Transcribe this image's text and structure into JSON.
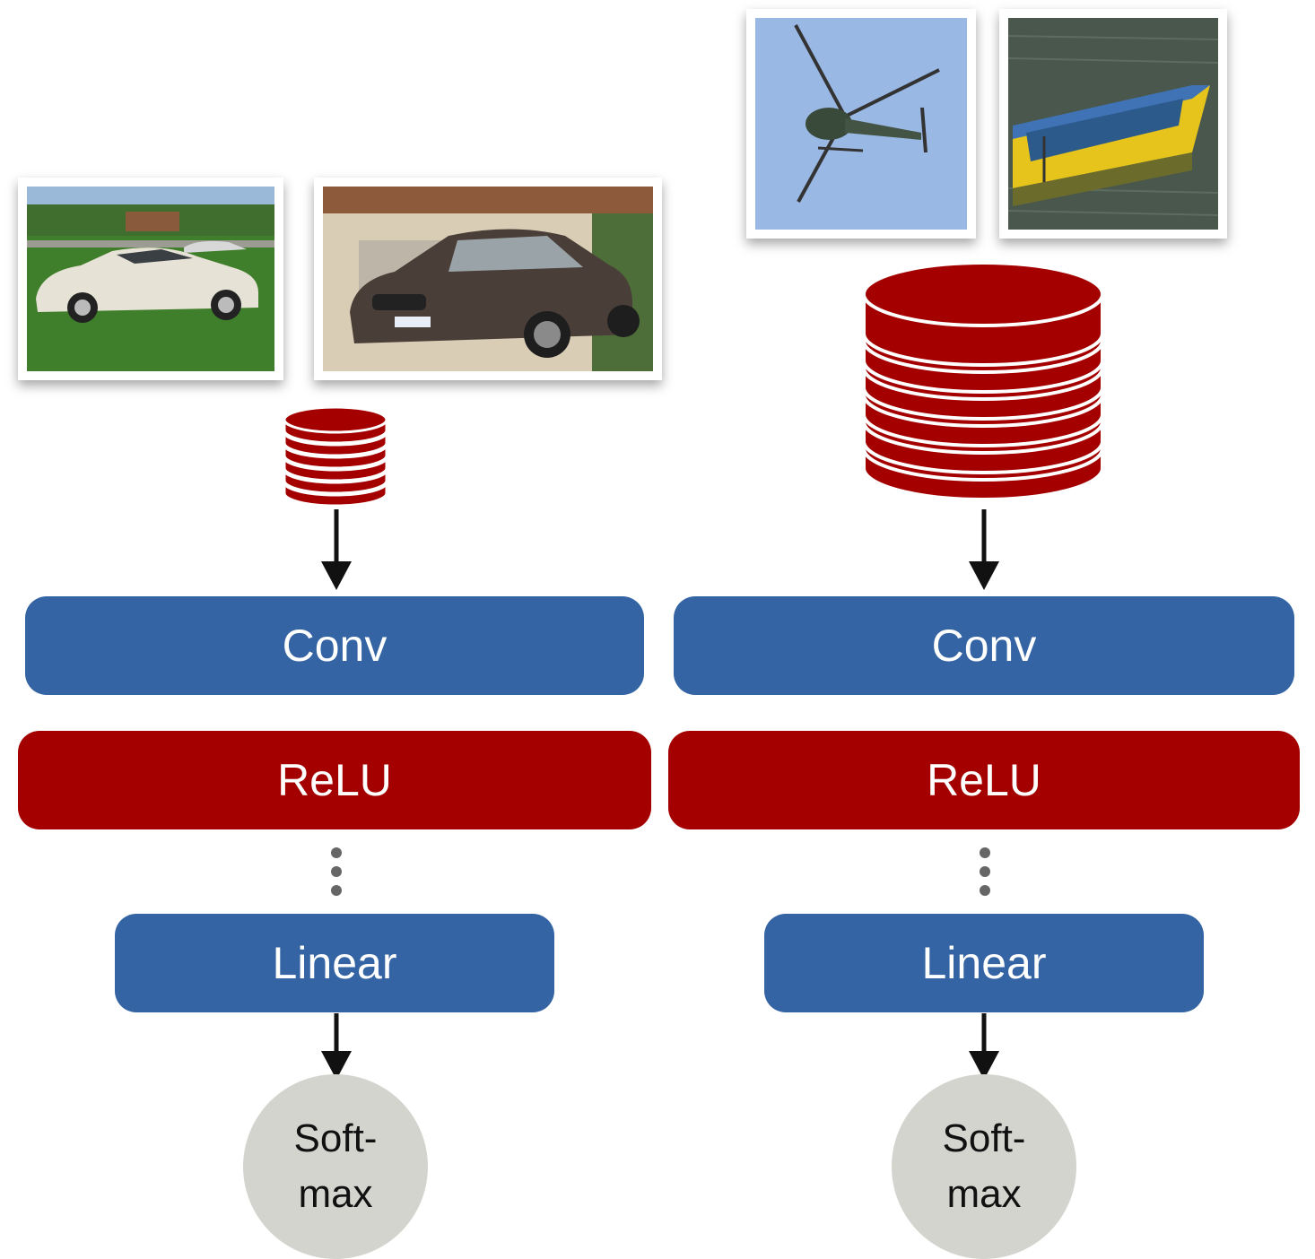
{
  "left_pipeline": {
    "images": [
      "sedan-photo",
      "bmw-photo"
    ],
    "layers": {
      "conv": "Conv",
      "relu": "ReLU",
      "linear": "Linear"
    },
    "output": {
      "line1": "Soft-",
      "line2": "max"
    }
  },
  "right_pipeline": {
    "images": [
      "helicopter-photo",
      "boat-photo"
    ],
    "layers": {
      "conv": "Conv",
      "relu": "ReLU",
      "linear": "Linear"
    },
    "output": {
      "line1": "Soft-",
      "line2": "max"
    }
  },
  "colors": {
    "conv": "#3464a4",
    "relu": "#a40000",
    "softmax": "#d4d4cf",
    "database": "#a40000"
  }
}
